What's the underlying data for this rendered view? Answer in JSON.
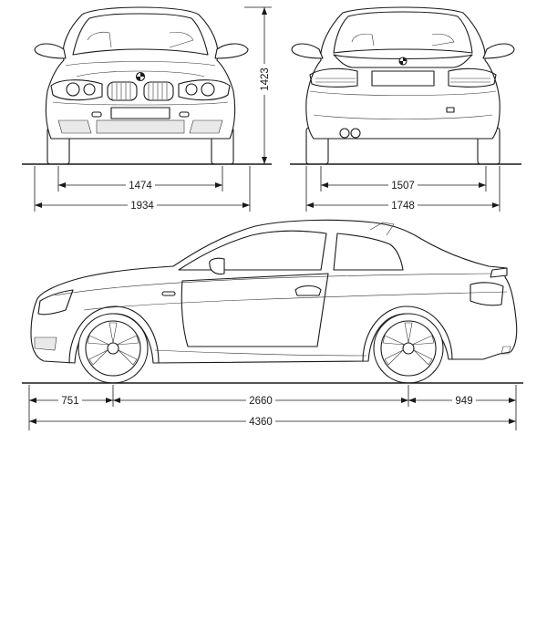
{
  "colors": {
    "line": "#1a1a1a",
    "background": "#ffffff",
    "grille_mesh": "#e9e9e9"
  },
  "dimensions": {
    "height": "1423",
    "front_track": "1474",
    "width_front": "1934",
    "rear_track": "1507",
    "width_rear": "1748",
    "front_overhang": "751",
    "wheelbase": "2660",
    "rear_overhang": "949",
    "overall_length": "4360"
  },
  "emblem": "bmw-roundel-icon"
}
